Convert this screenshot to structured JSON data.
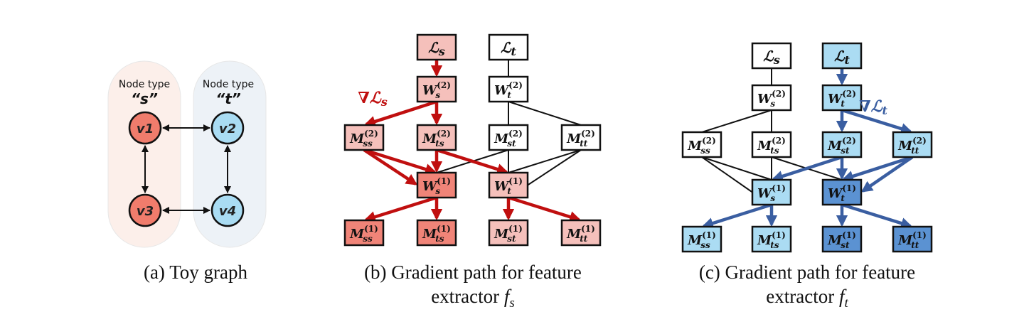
{
  "toy_graph": {
    "groups": [
      {
        "id": "s",
        "title": "Node type",
        "type_label": "“s”",
        "color": "#fcefea"
      },
      {
        "id": "t",
        "title": "Node type",
        "type_label": "“t”",
        "color": "#edf2f7"
      }
    ],
    "nodes": [
      {
        "id": "v1",
        "label": "v1",
        "group": "s",
        "color": "#f07c6c"
      },
      {
        "id": "v2",
        "label": "v2",
        "group": "t",
        "color": "#a9dcf3"
      },
      {
        "id": "v3",
        "label": "v3",
        "group": "s",
        "color": "#f07c6c"
      },
      {
        "id": "v4",
        "label": "v4",
        "group": "t",
        "color": "#a9dcf3"
      }
    ],
    "edges": [
      {
        "from": "v1",
        "to": "v2",
        "bidirectional": true
      },
      {
        "from": "v1",
        "to": "v3",
        "bidirectional": true
      },
      {
        "from": "v2",
        "to": "v4",
        "bidirectional": true
      },
      {
        "from": "v3",
        "to": "v4",
        "bidirectional": true
      }
    ]
  },
  "panels": [
    {
      "id": "b",
      "gradient_label": {
        "symbol": "∇",
        "loss": "ℒ",
        "sub": "s"
      },
      "path_color": "#c00f0f",
      "nodes": [
        {
          "id": "Ls",
          "base": "ℒ",
          "sub": "s",
          "sup": "",
          "fill": "#f5c0bb"
        },
        {
          "id": "Lt",
          "base": "ℒ",
          "sub": "t",
          "sup": "",
          "fill": "#ffffff"
        },
        {
          "id": "Ws2",
          "base": "W",
          "sub": "s",
          "sup": "(2)",
          "fill": "#f5c0bb"
        },
        {
          "id": "Wt2",
          "base": "W",
          "sub": "t",
          "sup": "(2)",
          "fill": "#ffffff"
        },
        {
          "id": "Mss2",
          "base": "M",
          "sub": "ss",
          "sup": "(2)",
          "fill": "#f5c0bb"
        },
        {
          "id": "Mts2",
          "base": "M",
          "sub": "ts",
          "sup": "(2)",
          "fill": "#f5c0bb"
        },
        {
          "id": "Mst2",
          "base": "M",
          "sub": "st",
          "sup": "(2)",
          "fill": "#ffffff"
        },
        {
          "id": "Mtt2",
          "base": "M",
          "sub": "tt",
          "sup": "(2)",
          "fill": "#ffffff"
        },
        {
          "id": "Ws1",
          "base": "W",
          "sub": "s",
          "sup": "(1)",
          "fill": "#f08478"
        },
        {
          "id": "Wt1",
          "base": "W",
          "sub": "t",
          "sup": "(1)",
          "fill": "#f5c0bb"
        },
        {
          "id": "Mss1",
          "base": "M",
          "sub": "ss",
          "sup": "(1)",
          "fill": "#f08478"
        },
        {
          "id": "Mts1",
          "base": "M",
          "sub": "ts",
          "sup": "(1)",
          "fill": "#f08478"
        },
        {
          "id": "Mst1",
          "base": "M",
          "sub": "st",
          "sup": "(1)",
          "fill": "#f5c0bb"
        },
        {
          "id": "Mtt1",
          "base": "M",
          "sub": "tt",
          "sup": "(1)",
          "fill": "#f5c0bb"
        }
      ],
      "edges": [
        {
          "from": "Ls",
          "to": "Ws2",
          "gradient": true
        },
        {
          "from": "Lt",
          "to": "Wt2",
          "gradient": false
        },
        {
          "from": "Ws2",
          "to": "Mss2",
          "gradient": true
        },
        {
          "from": "Ws2",
          "to": "Mts2",
          "gradient": true
        },
        {
          "from": "Wt2",
          "to": "Mst2",
          "gradient": false
        },
        {
          "from": "Wt2",
          "to": "Mtt2",
          "gradient": false
        },
        {
          "from": "Mss2",
          "to": "Ws1",
          "gradient": true,
          "double": true
        },
        {
          "from": "Mts2",
          "to": "Ws1",
          "gradient": true
        },
        {
          "from": "Mts2",
          "to": "Wt1",
          "gradient": true
        },
        {
          "from": "Mst2",
          "to": "Ws1",
          "gradient": false
        },
        {
          "from": "Mst2",
          "to": "Wt1",
          "gradient": false
        },
        {
          "from": "Mtt2",
          "to": "Wt1",
          "gradient": false,
          "double": true
        },
        {
          "from": "Ws1",
          "to": "Mss1",
          "gradient": true
        },
        {
          "from": "Ws1",
          "to": "Mts1",
          "gradient": true
        },
        {
          "from": "Wt1",
          "to": "Mst1",
          "gradient": true
        },
        {
          "from": "Wt1",
          "to": "Mtt1",
          "gradient": true
        }
      ],
      "caption": {
        "prefix": "(b)",
        "line1": "Gradient path for feature",
        "line2": "extractor",
        "func": "f",
        "func_sub": "s"
      }
    },
    {
      "id": "c",
      "gradient_label": {
        "symbol": "∇",
        "loss": "ℒ",
        "sub": "t"
      },
      "path_color": "#3a5ea1",
      "nodes": [
        {
          "id": "Ls",
          "base": "ℒ",
          "sub": "s",
          "sup": "",
          "fill": "#ffffff"
        },
        {
          "id": "Lt",
          "base": "ℒ",
          "sub": "t",
          "sup": "",
          "fill": "#abdcf3"
        },
        {
          "id": "Ws2",
          "base": "W",
          "sub": "s",
          "sup": "(2)",
          "fill": "#ffffff"
        },
        {
          "id": "Wt2",
          "base": "W",
          "sub": "t",
          "sup": "(2)",
          "fill": "#abdcf3"
        },
        {
          "id": "Mss2",
          "base": "M",
          "sub": "ss",
          "sup": "(2)",
          "fill": "#ffffff"
        },
        {
          "id": "Mts2",
          "base": "M",
          "sub": "ts",
          "sup": "(2)",
          "fill": "#ffffff"
        },
        {
          "id": "Mst2",
          "base": "M",
          "sub": "st",
          "sup": "(2)",
          "fill": "#abdcf3"
        },
        {
          "id": "Mtt2",
          "base": "M",
          "sub": "tt",
          "sup": "(2)",
          "fill": "#abdcf3"
        },
        {
          "id": "Ws1",
          "base": "W",
          "sub": "s",
          "sup": "(1)",
          "fill": "#abdcf3"
        },
        {
          "id": "Wt1",
          "base": "W",
          "sub": "t",
          "sup": "(1)",
          "fill": "#5b92d2"
        },
        {
          "id": "Mss1",
          "base": "M",
          "sub": "ss",
          "sup": "(1)",
          "fill": "#abdcf3"
        },
        {
          "id": "Mts1",
          "base": "M",
          "sub": "ts",
          "sup": "(1)",
          "fill": "#abdcf3"
        },
        {
          "id": "Mst1",
          "base": "M",
          "sub": "st",
          "sup": "(1)",
          "fill": "#5b92d2"
        },
        {
          "id": "Mtt1",
          "base": "M",
          "sub": "tt",
          "sup": "(1)",
          "fill": "#5b92d2"
        }
      ],
      "edges": [
        {
          "from": "Ls",
          "to": "Ws2",
          "gradient": false
        },
        {
          "from": "Lt",
          "to": "Wt2",
          "gradient": true
        },
        {
          "from": "Ws2",
          "to": "Mss2",
          "gradient": false
        },
        {
          "from": "Ws2",
          "to": "Mts2",
          "gradient": false
        },
        {
          "from": "Wt2",
          "to": "Mst2",
          "gradient": true
        },
        {
          "from": "Wt2",
          "to": "Mtt2",
          "gradient": true
        },
        {
          "from": "Mss2",
          "to": "Ws1",
          "gradient": false,
          "double": true
        },
        {
          "from": "Mts2",
          "to": "Ws1",
          "gradient": false
        },
        {
          "from": "Mts2",
          "to": "Wt1",
          "gradient": false
        },
        {
          "from": "Mst2",
          "to": "Ws1",
          "gradient": true
        },
        {
          "from": "Mst2",
          "to": "Wt1",
          "gradient": true
        },
        {
          "from": "Mtt2",
          "to": "Wt1",
          "gradient": true,
          "double": true
        },
        {
          "from": "Ws1",
          "to": "Mss1",
          "gradient": true
        },
        {
          "from": "Ws1",
          "to": "Mts1",
          "gradient": true
        },
        {
          "from": "Wt1",
          "to": "Mst1",
          "gradient": true
        },
        {
          "from": "Wt1",
          "to": "Mtt1",
          "gradient": true
        }
      ],
      "caption": {
        "prefix": "(c)",
        "line1": "Gradient path for feature",
        "line2": "extractor",
        "func": "f",
        "func_sub": "t"
      }
    }
  ],
  "captions": {
    "a": {
      "prefix": "(a)",
      "text": "Toy graph"
    }
  }
}
